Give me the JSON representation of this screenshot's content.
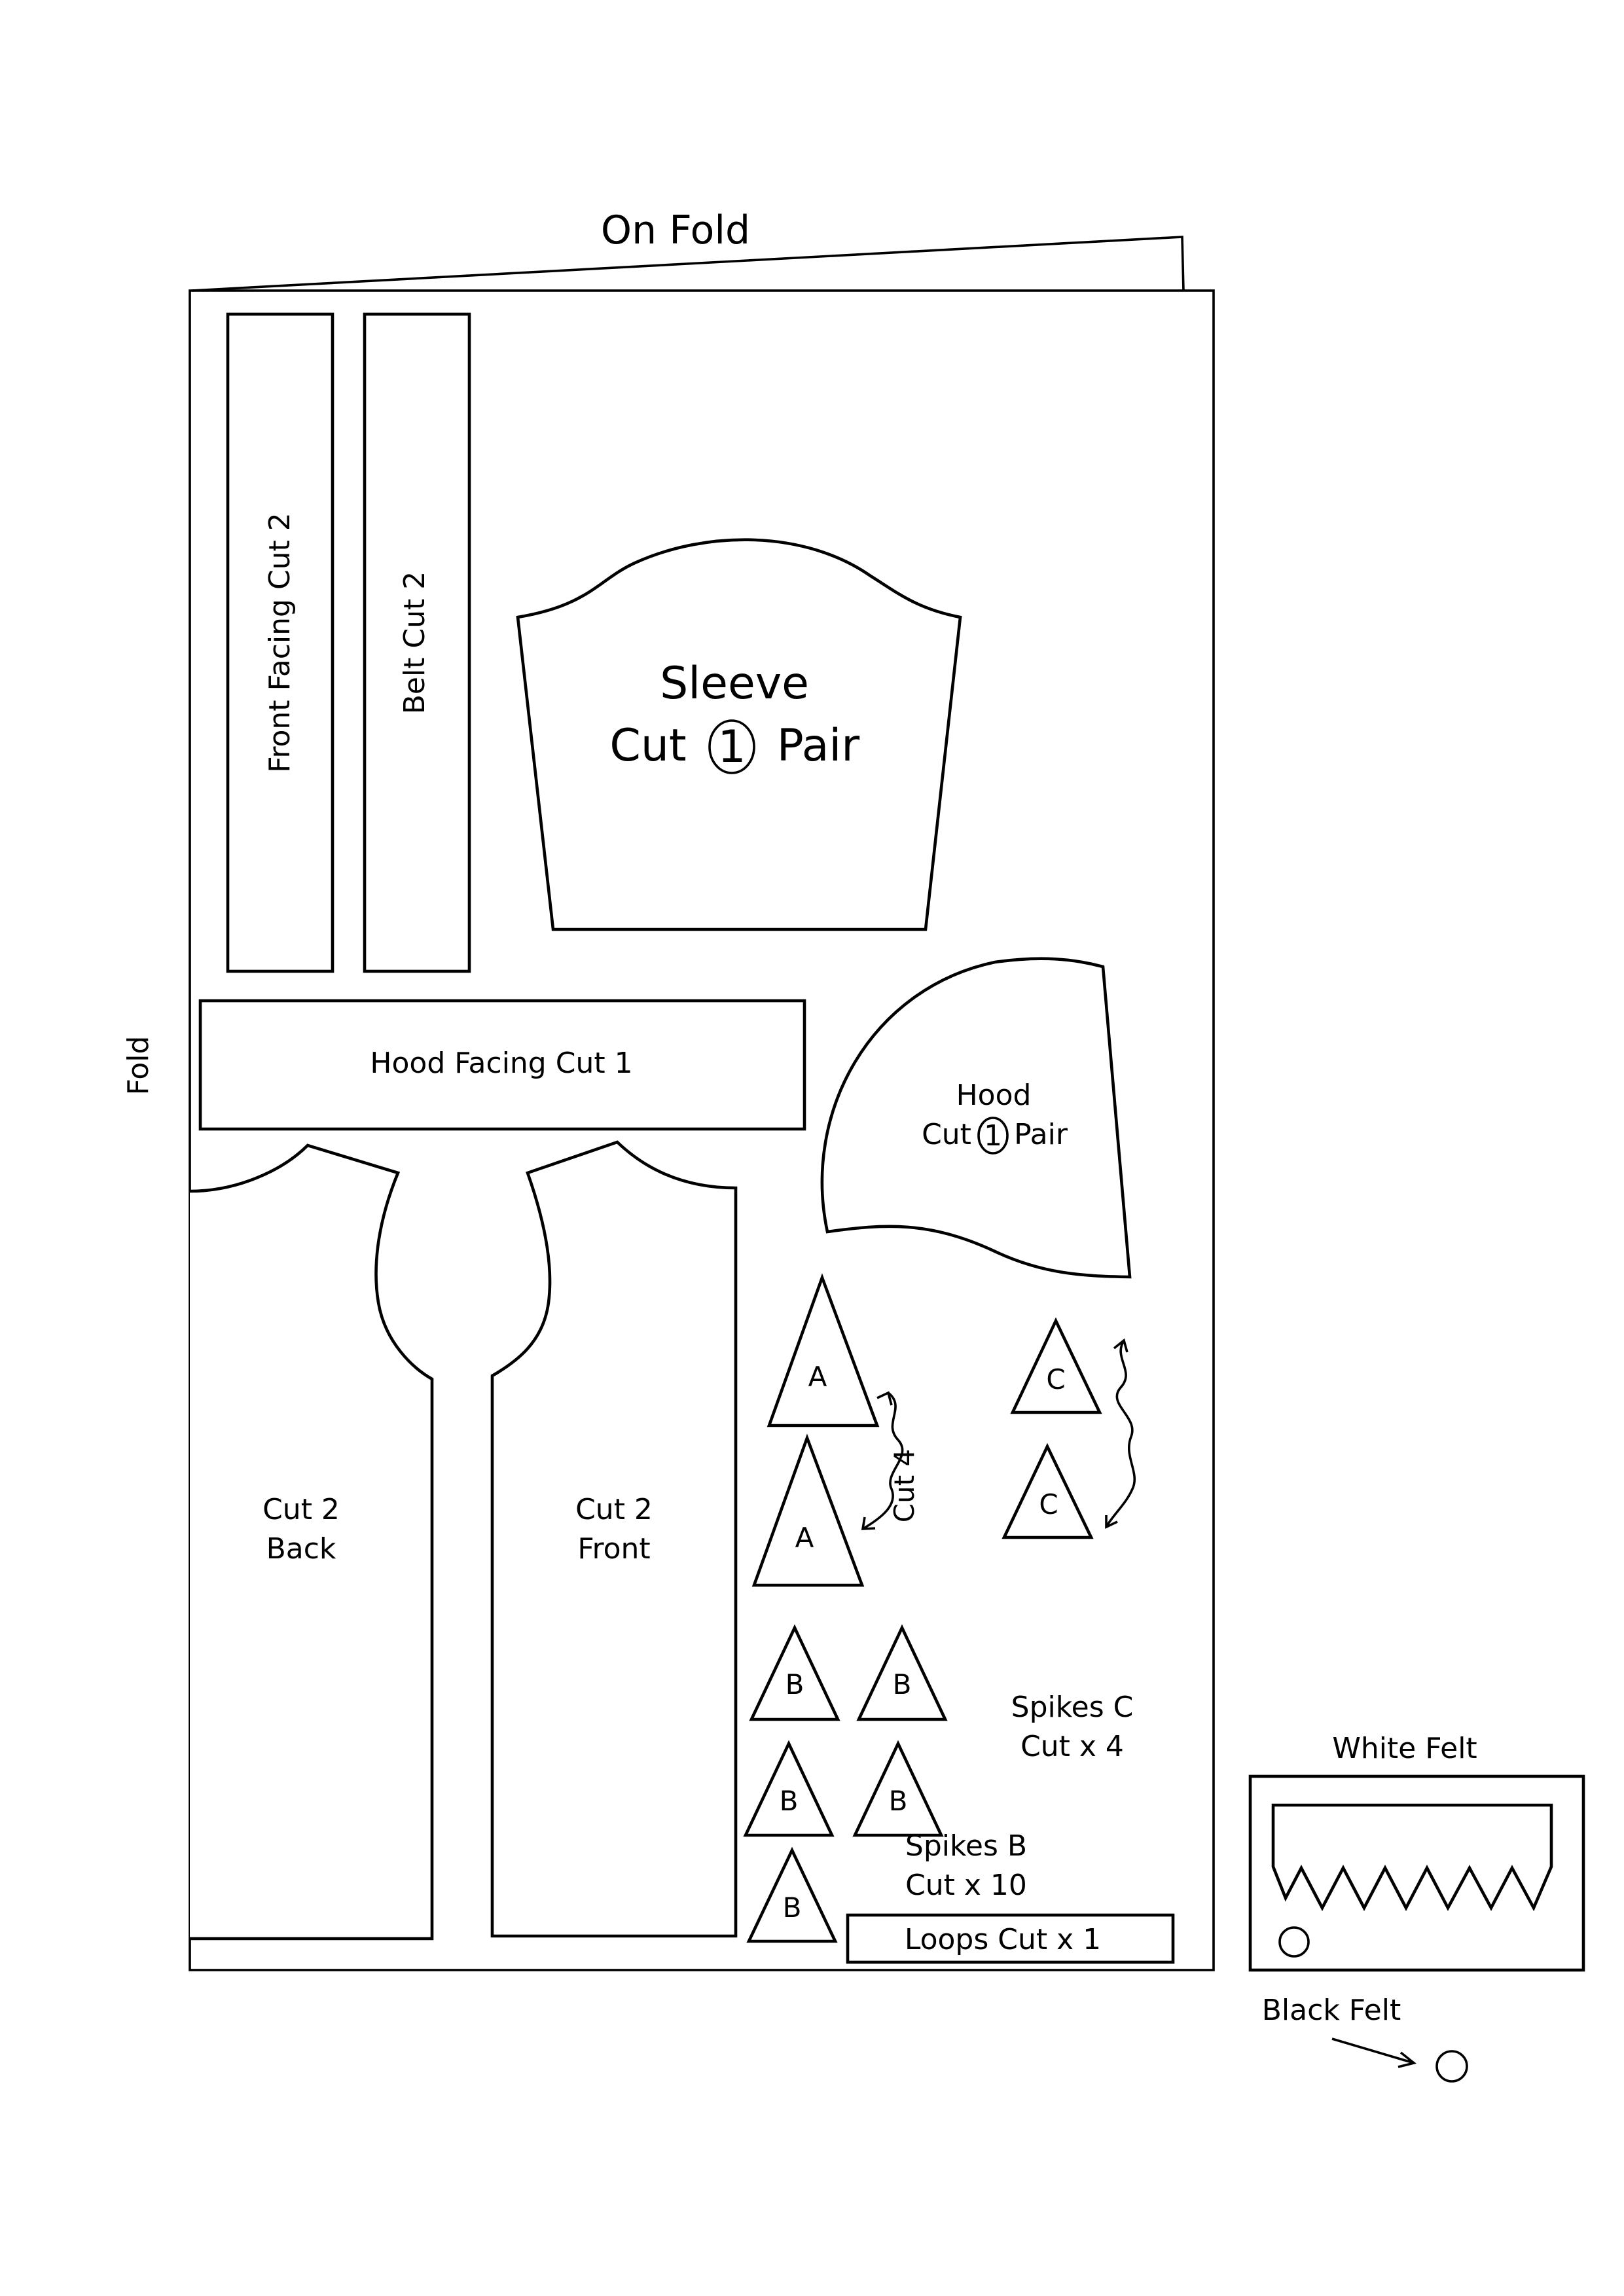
{
  "fold_top_label": "On Fold",
  "fold_side_label": "Fold",
  "pieces": {
    "front_facing": "Front Facing Cut 2",
    "belt": "Belt Cut 2",
    "sleeve": {
      "title": "Sleeve",
      "cut_word": "Cut",
      "count": "1",
      "pair_word": "Pair"
    },
    "hood_facing": "Hood Facing Cut 1",
    "hood": {
      "title": "Hood",
      "cut_word": "Cut",
      "count": "1",
      "pair_word": "Pair"
    },
    "back": {
      "line1": "Cut 2",
      "line2": "Back"
    },
    "front": {
      "line1": "Cut 2",
      "line2": "Front"
    },
    "loops": "Loops Cut x 1"
  },
  "spikes": {
    "a_letter": "A",
    "a_cut": "Cut 4",
    "b_letter": "B",
    "b_line1": "Spikes B",
    "b_line2": "Cut x 10",
    "c_letter": "C",
    "c_line1": "Spikes C",
    "c_line2": "Cut x 4"
  },
  "felt": {
    "white": "White Felt",
    "black": "Black Felt"
  },
  "colors": {
    "line": "#000000",
    "paper": "#ffffff"
  }
}
